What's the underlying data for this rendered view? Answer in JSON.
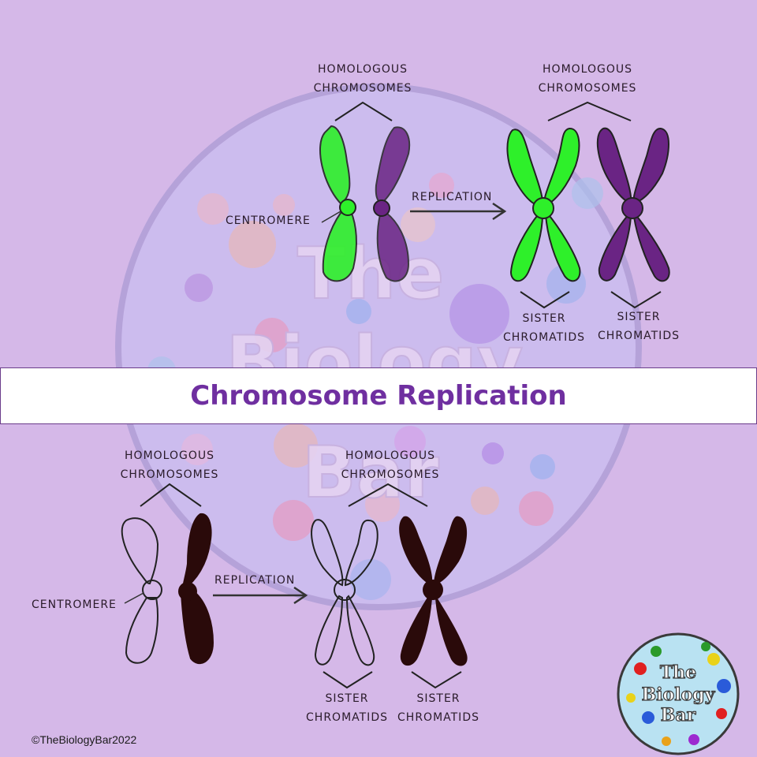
{
  "title": "Chromosome Replication",
  "colors": {
    "background": "#d5b8e8",
    "green": "#2ef02a",
    "purple": "#6a2484",
    "dark": "#2a0a0a",
    "title": "#6f2fa0"
  },
  "watermark": {
    "text": [
      "The",
      "Biology",
      "Bar"
    ]
  },
  "top": {
    "homologous_left": [
      "HOMOLOGOUS",
      "CHROMOSOMES"
    ],
    "homologous_right": [
      "HOMOLOGOUS",
      "CHROMOSOMES"
    ],
    "centromere": "CENTROMERE",
    "replication": "REPLICATION",
    "sister_left": [
      "SISTER",
      "CHROMATIDS"
    ],
    "sister_right": [
      "SISTER",
      "CHROMATIDS"
    ]
  },
  "bottom": {
    "homologous_left": [
      "HOMOLOGOUS",
      "CHROMOSOMES"
    ],
    "homologous_right": [
      "HOMOLOGOUS",
      "CHROMOSOMES"
    ],
    "centromere": "CENTROMERE",
    "replication": "REPLICATION",
    "sister_left": [
      "SISTER",
      "CHROMATIDS"
    ],
    "sister_right": [
      "SISTER",
      "CHROMATIDS"
    ]
  },
  "logo": {
    "text": [
      "The",
      "Biology",
      "Bar"
    ]
  },
  "copyright": "©TheBiologyBar2022"
}
